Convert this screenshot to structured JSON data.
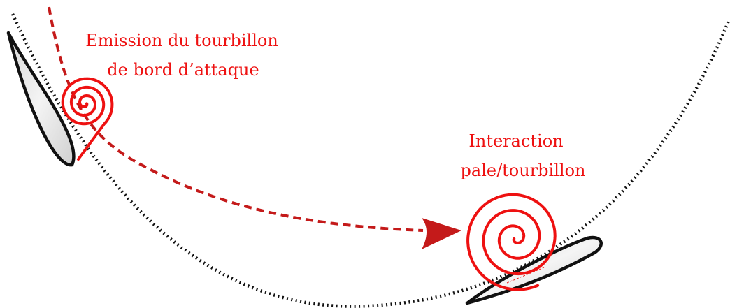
{
  "colors": {
    "vortex": "#ee1111",
    "path": "#c41a1a",
    "trajectory": "#111111",
    "blade_fill": "#e6e6e6",
    "blade_stroke": "#111111"
  },
  "annotations": {
    "emission_line1": "Emission du tourbillon",
    "emission_line2": "de bord d’attaque",
    "interaction_line1": "Interaction",
    "interaction_line2": "pale/tourbillon"
  }
}
